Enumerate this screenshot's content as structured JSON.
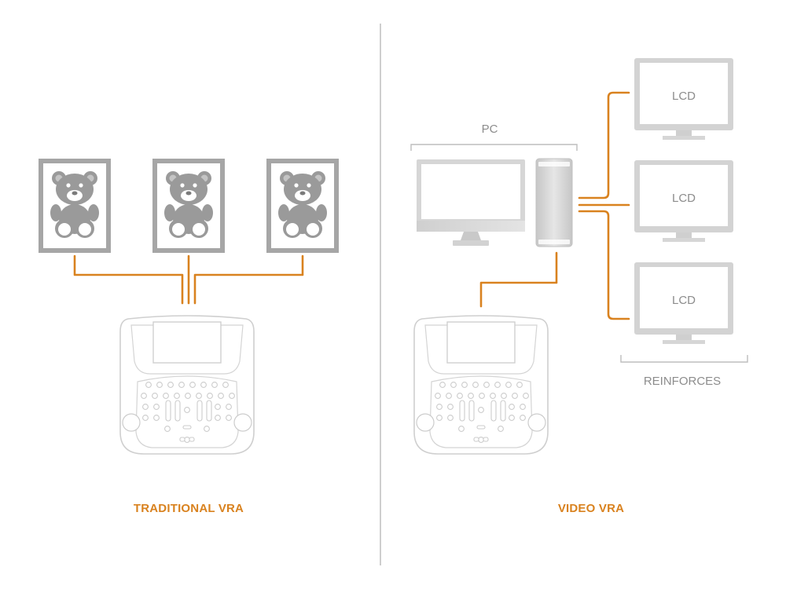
{
  "diagram": {
    "left_caption": "TRADITIONAL VRA",
    "right_caption": "VIDEO VRA",
    "pc_label": "PC",
    "reinforcers_label": "REINFORCES",
    "lcd_labels": [
      "LCD",
      "LCD",
      "LCD"
    ]
  },
  "colors": {
    "accent": "#d9821f",
    "device_gray": "#d0d0d0",
    "divider": "#bdbdbd",
    "bear": "#9a9a9a"
  },
  "icons": [
    "teddy-bear-icon",
    "audiometer-icon",
    "monitor-icon",
    "pc-tower-icon",
    "lcd-monitor-icon"
  ]
}
